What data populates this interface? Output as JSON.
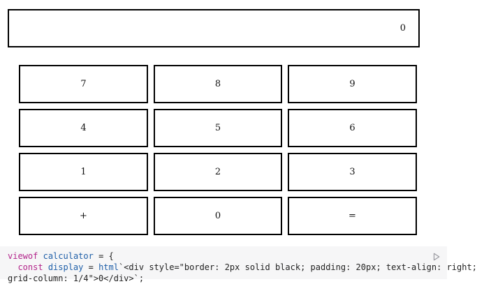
{
  "display": {
    "value": "0"
  },
  "keypad": {
    "keys": [
      "7",
      "8",
      "9",
      "4",
      "5",
      "6",
      "1",
      "2",
      "3",
      "+",
      "0",
      "="
    ]
  },
  "code_cell": {
    "line1": {
      "keyword": "viewof",
      "name": "calculator",
      "rest": " = {"
    },
    "line2": {
      "indent": "  ",
      "keyword": "const",
      "name": "display",
      "mid": " = ",
      "fn": "html",
      "rest": "`<div style=\"border: 2px solid black; padding: 20px; text-align: right;"
    },
    "line3": "grid-column: 1/4\">0</div>`;",
    "run_icon": "play-icon"
  }
}
